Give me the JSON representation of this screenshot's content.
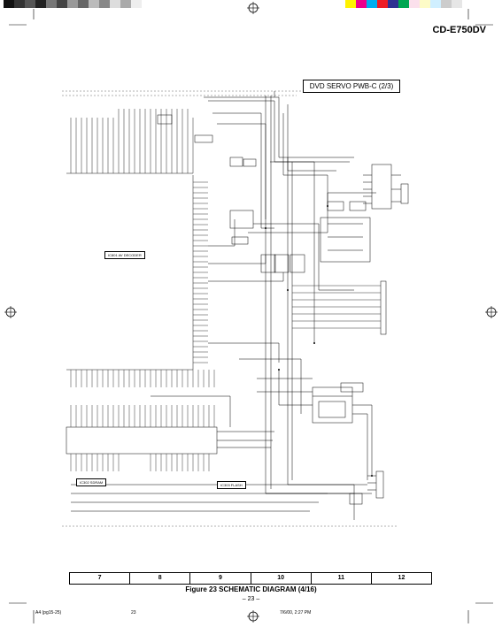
{
  "header": {
    "model": "CD-E750DV"
  },
  "diagram": {
    "section_title": "DVD SERVO PWB-C (2/3)",
    "block_labels": [
      "IC801 AV DECODER",
      "IC302 SDRAM",
      "IC303 FLASH"
    ],
    "grid_columns": [
      "7",
      "8",
      "9",
      "10",
      "11",
      "12"
    ],
    "caption": "Figure 23 SCHEMATIC DIAGRAM (4/16)",
    "page_number": "– 23 –"
  },
  "footer": {
    "file": "A4 (pg15-25)",
    "page": "23",
    "timestamp": "7/6/00, 2:27 PM"
  },
  "colors": {
    "cyan": "#00aeef",
    "magenta": "#ec008c",
    "yellow": "#fff200",
    "black": "#000000"
  }
}
